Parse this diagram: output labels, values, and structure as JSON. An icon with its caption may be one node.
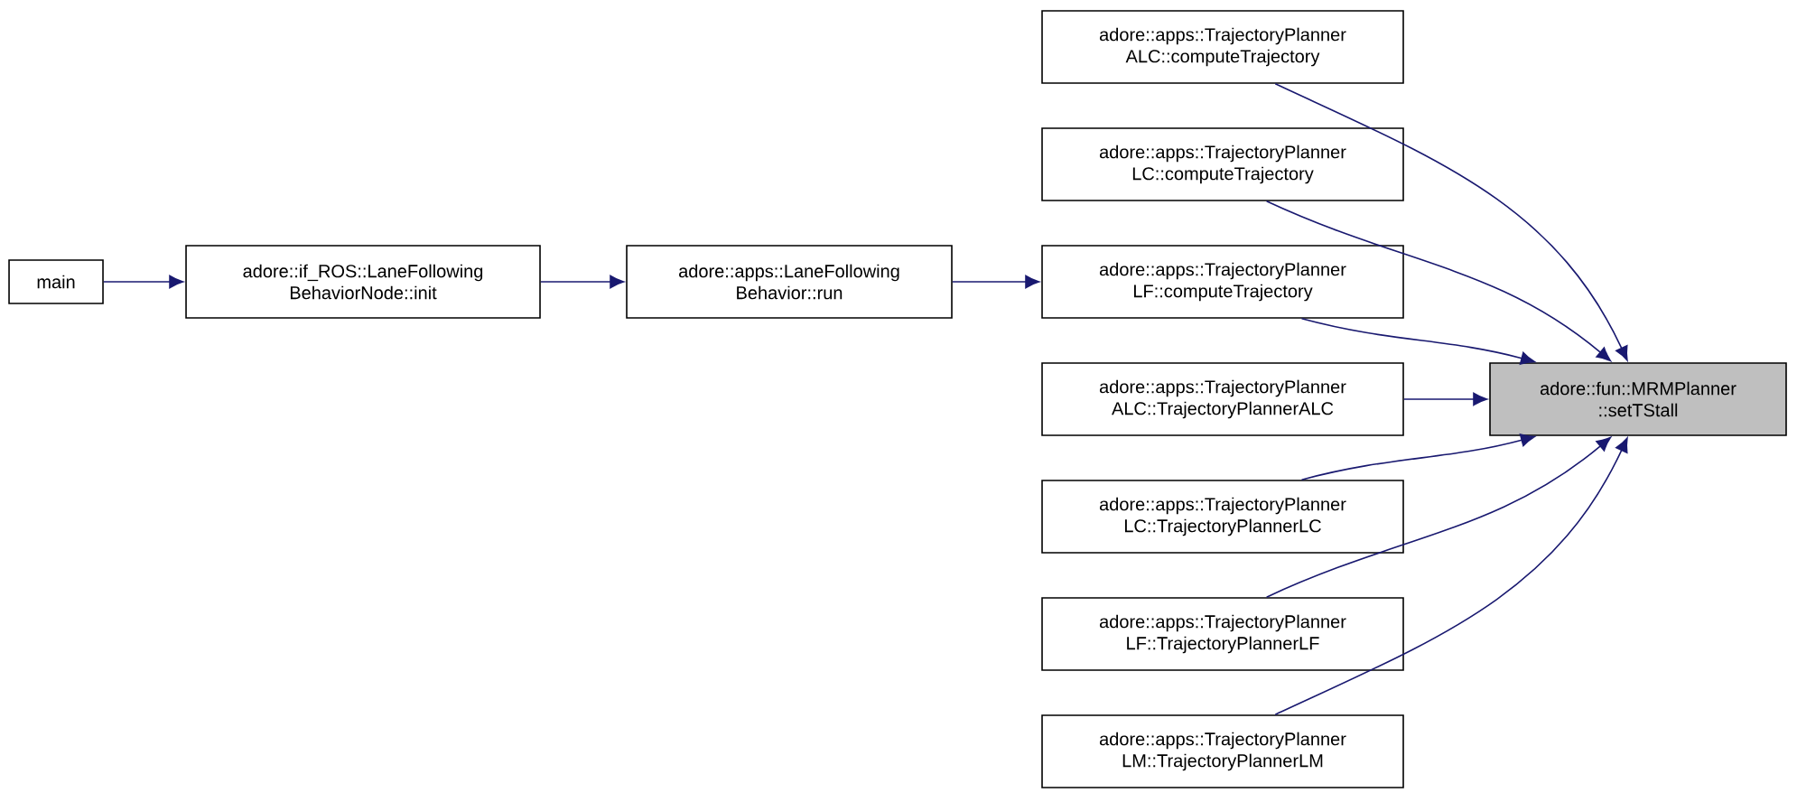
{
  "diagram": {
    "nodes": [
      {
        "text": [
          "main"
        ]
      },
      {
        "text": [
          "adore::if_ROS::LaneFollowing BehaviorNode::init"
        ]
      },
      {
        "text": [
          "adore::apps::LaneFollowing Behavior::run"
        ]
      },
      {
        "text": [
          "adore::apps::TrajectoryPlanner ALC::computeTrajectory"
        ]
      },
      {
        "text": [
          "adore::apps::TrajectoryPlanner LC::computeTrajectory"
        ]
      },
      {
        "text": [
          "adore::apps::TrajectoryPlanner LF::computeTrajectory"
        ]
      },
      {
        "text": [
          "adore::apps::TrajectoryPlanner ALC::TrajectoryPlannerALC"
        ]
      },
      {
        "text": [
          "adore::apps::TrajectoryPlanner LC::TrajectoryPlannerLC"
        ]
      },
      {
        "text": [
          "adore::apps::TrajectoryPlanner LF::TrajectoryPlannerLF"
        ]
      },
      {
        "text": [
          "adore::apps::TrajectoryPlanner LM::TrajectoryPlannerLM"
        ]
      },
      {
        "text": [
          "adore::fun::MRMPlanner ::setTStall"
        ]
      }
    ],
    "edges": [
      {
        "from": 0,
        "to": 1,
        "arrow": "to"
      },
      {
        "from": 1,
        "to": 2,
        "arrow": "to"
      },
      {
        "from": 2,
        "to": 5,
        "arrow": "to"
      },
      {
        "from": 3,
        "to": 10,
        "arrow": "to"
      },
      {
        "from": 4,
        "to": 10,
        "arrow": "to"
      },
      {
        "from": 5,
        "to": 10,
        "arrow": "to"
      },
      {
        "from": 6,
        "to": 10,
        "arrow": "to"
      },
      {
        "from": 7,
        "to": 10,
        "arrow": "to"
      },
      {
        "from": 8,
        "to": 10,
        "arrow": "to"
      },
      {
        "from": 9,
        "to": 10,
        "arrow": "to"
      }
    ]
  }
}
